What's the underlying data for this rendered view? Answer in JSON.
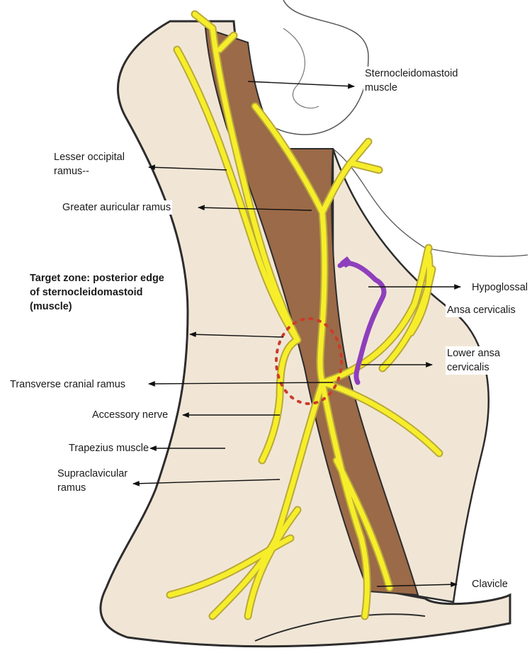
{
  "labels": {
    "sternocleidomastoid": "Sternocleidomastoid\nmuscle",
    "lesser_occipital": "Lesser occipital\nramus--",
    "greater_auricular": "Greater auricular ramus",
    "target_zone": "Target zone: posterior edge\nof sternocleidomastoid\n(muscle)",
    "hypoglossal": "Hypoglossal",
    "ansa_cervicalis": "Ansa cervicalis",
    "lower_ansa": "Lower ansa\ncervicalis",
    "transverse_cranial": "Transverse cranial ramus",
    "accessory_nerve": "Accessory nerve",
    "trapezius": "Trapezius muscle",
    "supraclavicular": "Supraclavicular\nramus",
    "clavicle": "Clavicle"
  },
  "colors": {
    "skin": "#f1e6d6",
    "muscle": "#9b6a48",
    "nerve": "#f6ee2a",
    "nerve_outline": "#b9a83a",
    "hypoglossal_nerve": "#8e3fbd",
    "target_circle": "#cc3b2b",
    "outline": "#2d2d2d"
  }
}
